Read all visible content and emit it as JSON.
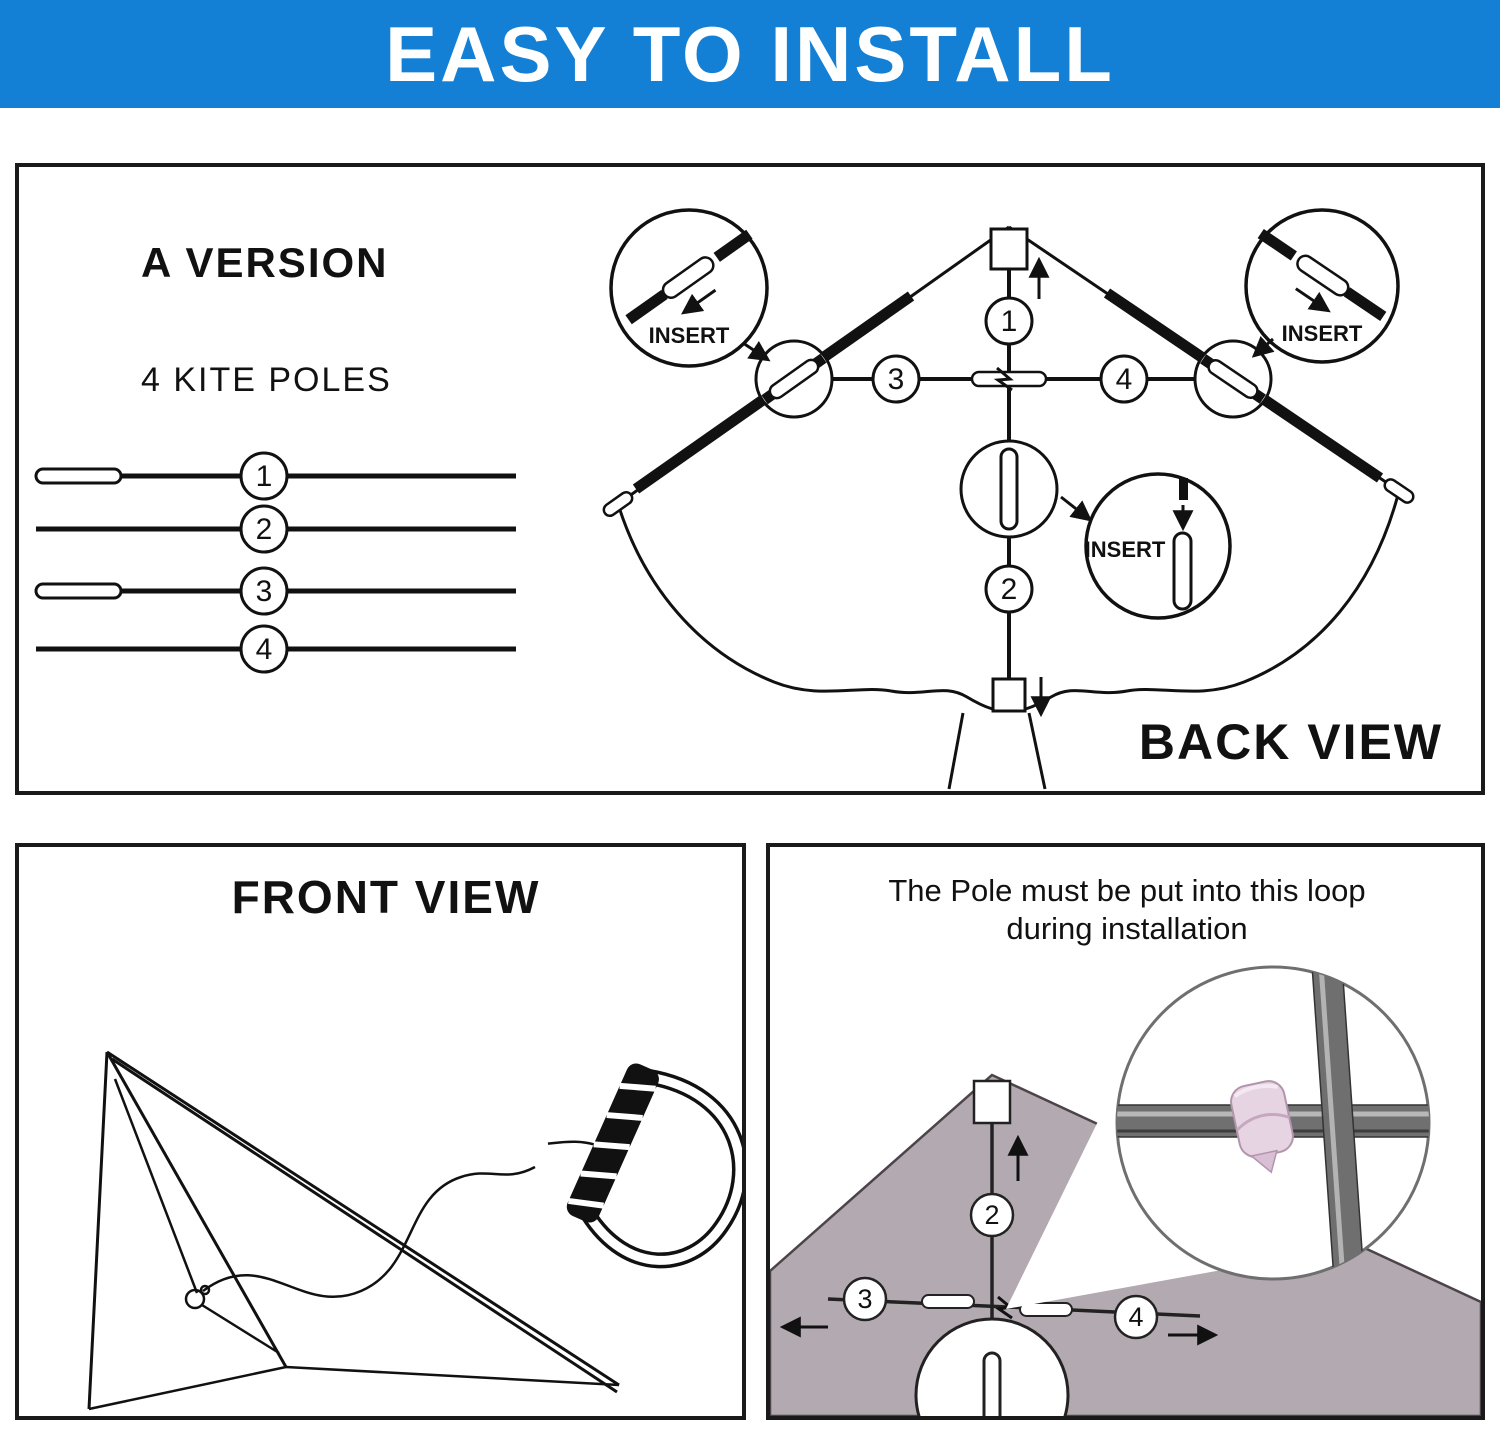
{
  "header": {
    "title": "EASY TO INSTALL"
  },
  "back_view_panel": {
    "version_label": "A VERSION",
    "poles_label": "4 KITE POLES",
    "pole_list_numbers": [
      "1",
      "2",
      "3",
      "4"
    ],
    "insert_label": "INSERT",
    "back_view_label": "BACK VIEW",
    "kite_numbers": {
      "spine_top": "1",
      "spine_bottom": "2",
      "spar_left": "3",
      "spar_right": "4"
    }
  },
  "front_view_panel": {
    "title": "FRONT VIEW"
  },
  "loop_panel": {
    "instruction_line1": "The Pole must be put into this loop",
    "instruction_line2": "during installation",
    "kite_numbers": {
      "spine": "2",
      "spar_left": "3",
      "spar_right": "4"
    }
  },
  "colors": {
    "header_bg": "#1480d5",
    "header_text": "#ffffff",
    "line_black": "#111111",
    "kite_fill_grey": "#b3a9b0",
    "pole_grey": "#707070",
    "loop_pink": "#e7d4e3"
  }
}
